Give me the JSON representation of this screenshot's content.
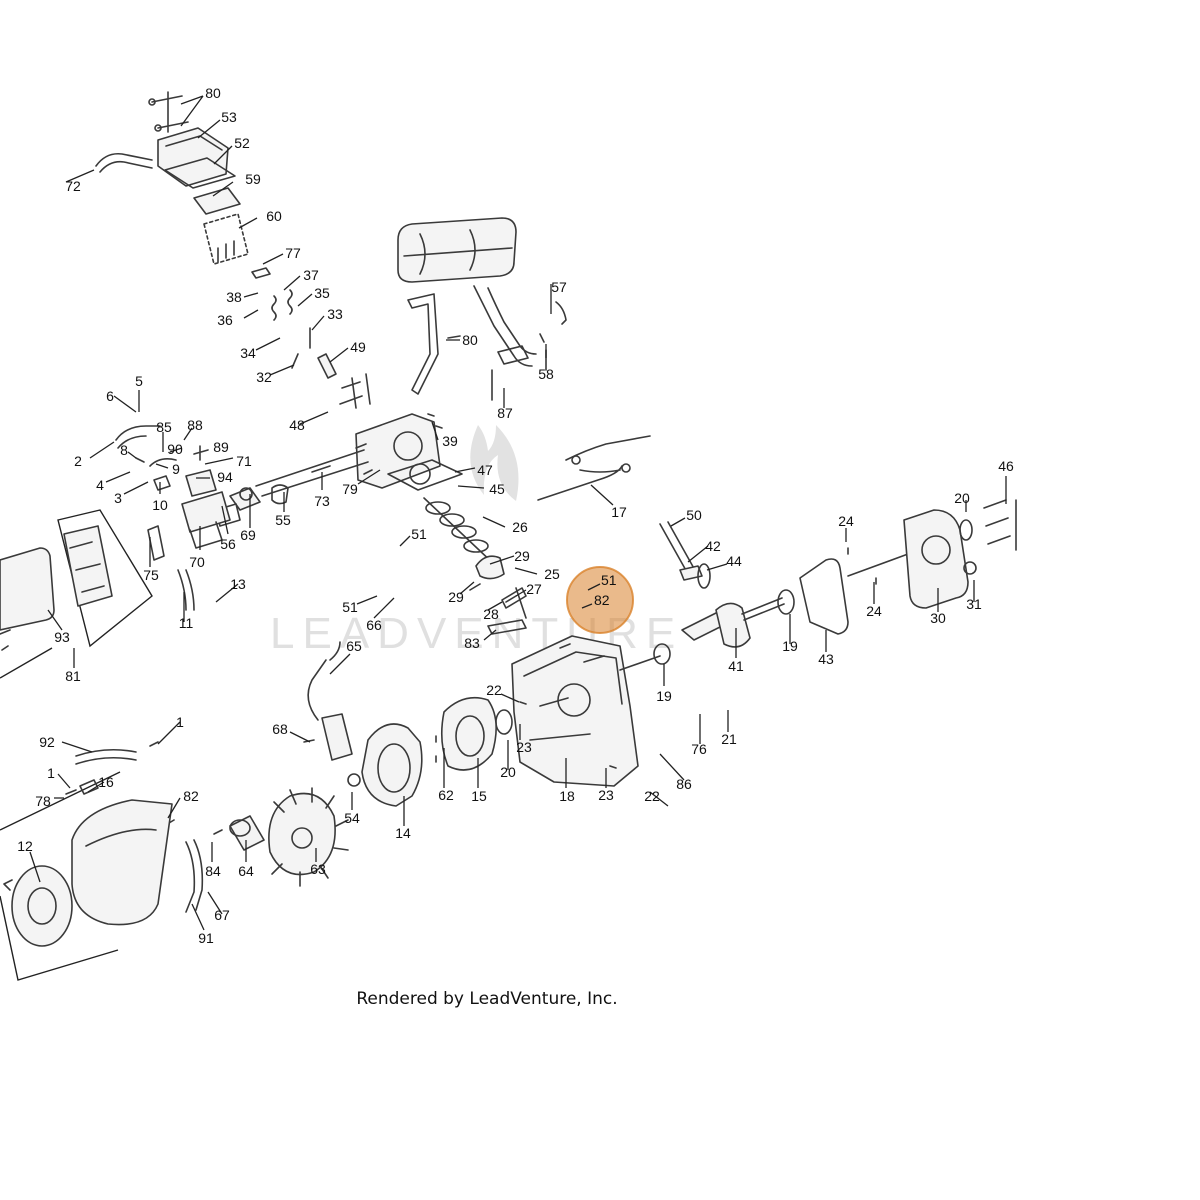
{
  "diagram": {
    "watermark": "LEADVENTURE",
    "footer": "Rendered by LeadVenture, Inc.",
    "highlight_color": "#d9822b",
    "highlight_labels": [
      "51",
      "82"
    ],
    "callouts": [
      "80",
      "53",
      "52",
      "72",
      "59",
      "60",
      "77",
      "37",
      "38",
      "35",
      "36",
      "33",
      "34",
      "49",
      "32",
      "48",
      "87",
      "80",
      "57",
      "58",
      "5",
      "6",
      "85",
      "88",
      "2",
      "90",
      "89",
      "8",
      "9",
      "71",
      "4",
      "94",
      "3",
      "10",
      "39",
      "47",
      "45",
      "79",
      "73",
      "55",
      "69",
      "56",
      "70",
      "75",
      "17",
      "26",
      "51",
      "29",
      "25",
      "51",
      "66",
      "27",
      "28",
      "29",
      "83",
      "50",
      "42",
      "44",
      "24",
      "20",
      "46",
      "30",
      "24",
      "31",
      "41",
      "19",
      "43",
      "19",
      "65",
      "22",
      "23",
      "20",
      "18",
      "23",
      "22",
      "86",
      "76",
      "21",
      "68",
      "1",
      "92",
      "1",
      "16",
      "78",
      "82",
      "12",
      "84",
      "67",
      "64",
      "63",
      "54",
      "62",
      "15",
      "14",
      "91",
      "13",
      "11",
      "93",
      "81"
    ]
  }
}
